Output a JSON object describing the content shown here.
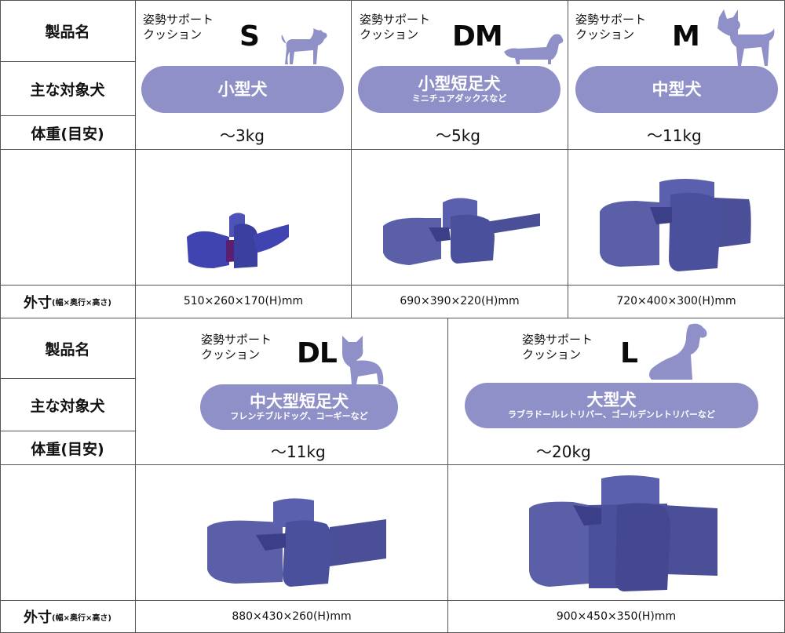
{
  "colors": {
    "accent": "#8f90c8",
    "cushion": "#5a5fa8",
    "border": "#555555"
  },
  "labels": {
    "product_name": "製品名",
    "target_dog": "主な対象犬",
    "weight": "体重(目安)",
    "dimensions_main": "外寸",
    "dimensions_sub": "(幅×奥行×高さ)"
  },
  "products": [
    {
      "name": "姿勢サポート\nクッション",
      "size": "S",
      "target": "小型犬",
      "target_sub": "",
      "weight": "～3kg",
      "dimensions": "510×260×170(H)mm",
      "dog_icon": "chihuahua-icon"
    },
    {
      "name": "姿勢サポート\nクッション",
      "size": "DM",
      "target": "小型短足犬",
      "target_sub": "ミニチュアダックスなど",
      "weight": "～5kg",
      "dimensions": "690×390×220(H)mm",
      "dog_icon": "dachshund-icon"
    },
    {
      "name": "姿勢サポート\nクッション",
      "size": "M",
      "target": "中型犬",
      "target_sub": "",
      "weight": "～11kg",
      "dimensions": "720×400×300(H)mm",
      "dog_icon": "shiba-icon"
    },
    {
      "name": "姿勢サポート\nクッション",
      "size": "DL",
      "target": "中大型短足犬",
      "target_sub": "フレンチブルドッグ、コーギーなど",
      "weight": "～11kg",
      "dimensions": "880×430×260(H)mm",
      "dog_icon": "french-bulldog-icon"
    },
    {
      "name": "姿勢サポート\nクッション",
      "size": "L",
      "target": "大型犬",
      "target_sub": "ラブラドールレトリバー、ゴールデンレトリバーなど",
      "weight": "～20kg",
      "dimensions": "900×450×350(H)mm",
      "dog_icon": "retriever-icon"
    }
  ]
}
